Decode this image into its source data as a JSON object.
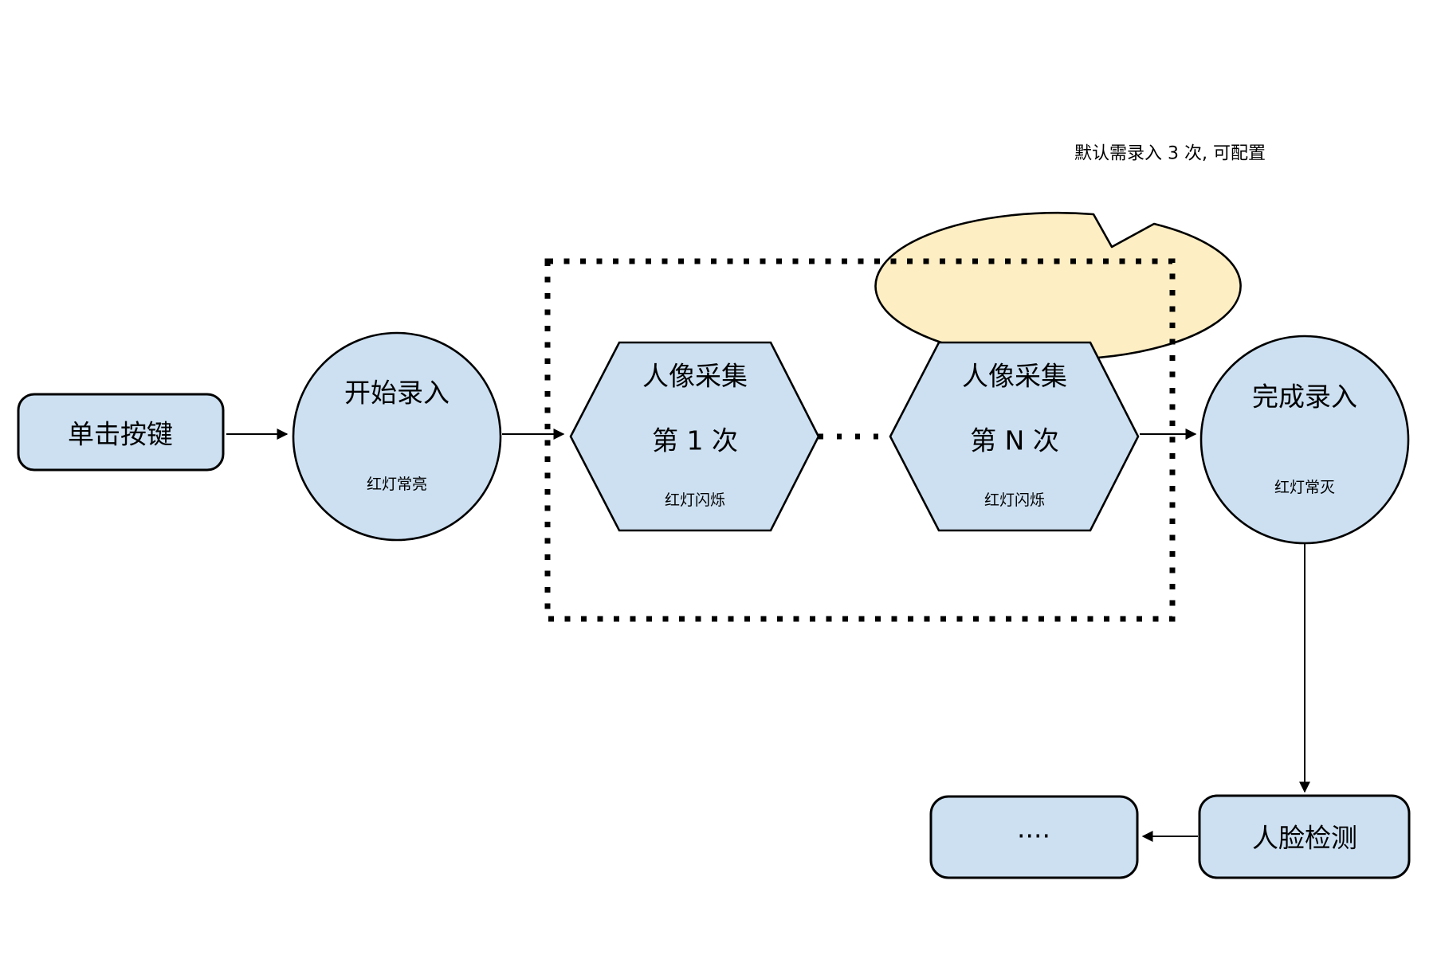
{
  "colors": {
    "background": "#ffffff",
    "node_fill": "#cce0f2",
    "node_stroke": "#000000",
    "callout_fill": "#feeec3",
    "callout_stroke": "#000000",
    "line_color": "#000000"
  },
  "callout": {
    "text": "默认需录入 3 次, 可配置"
  },
  "nodes": {
    "click_button": {
      "label": "单击按键"
    },
    "start_recording": {
      "label": "开始录入",
      "status": "红灯常亮"
    },
    "capture_1": {
      "title": "人像采集",
      "subtitle": "第 1 次",
      "status": "红灯闪烁"
    },
    "capture_n": {
      "title": "人像采集",
      "subtitle": "第 N 次",
      "status": "红灯闪烁"
    },
    "finish_recording": {
      "label": "完成录入",
      "status": "红灯常灭"
    },
    "face_detection": {
      "label": "人脸检测"
    },
    "ellipsis": {
      "label": "...."
    }
  }
}
